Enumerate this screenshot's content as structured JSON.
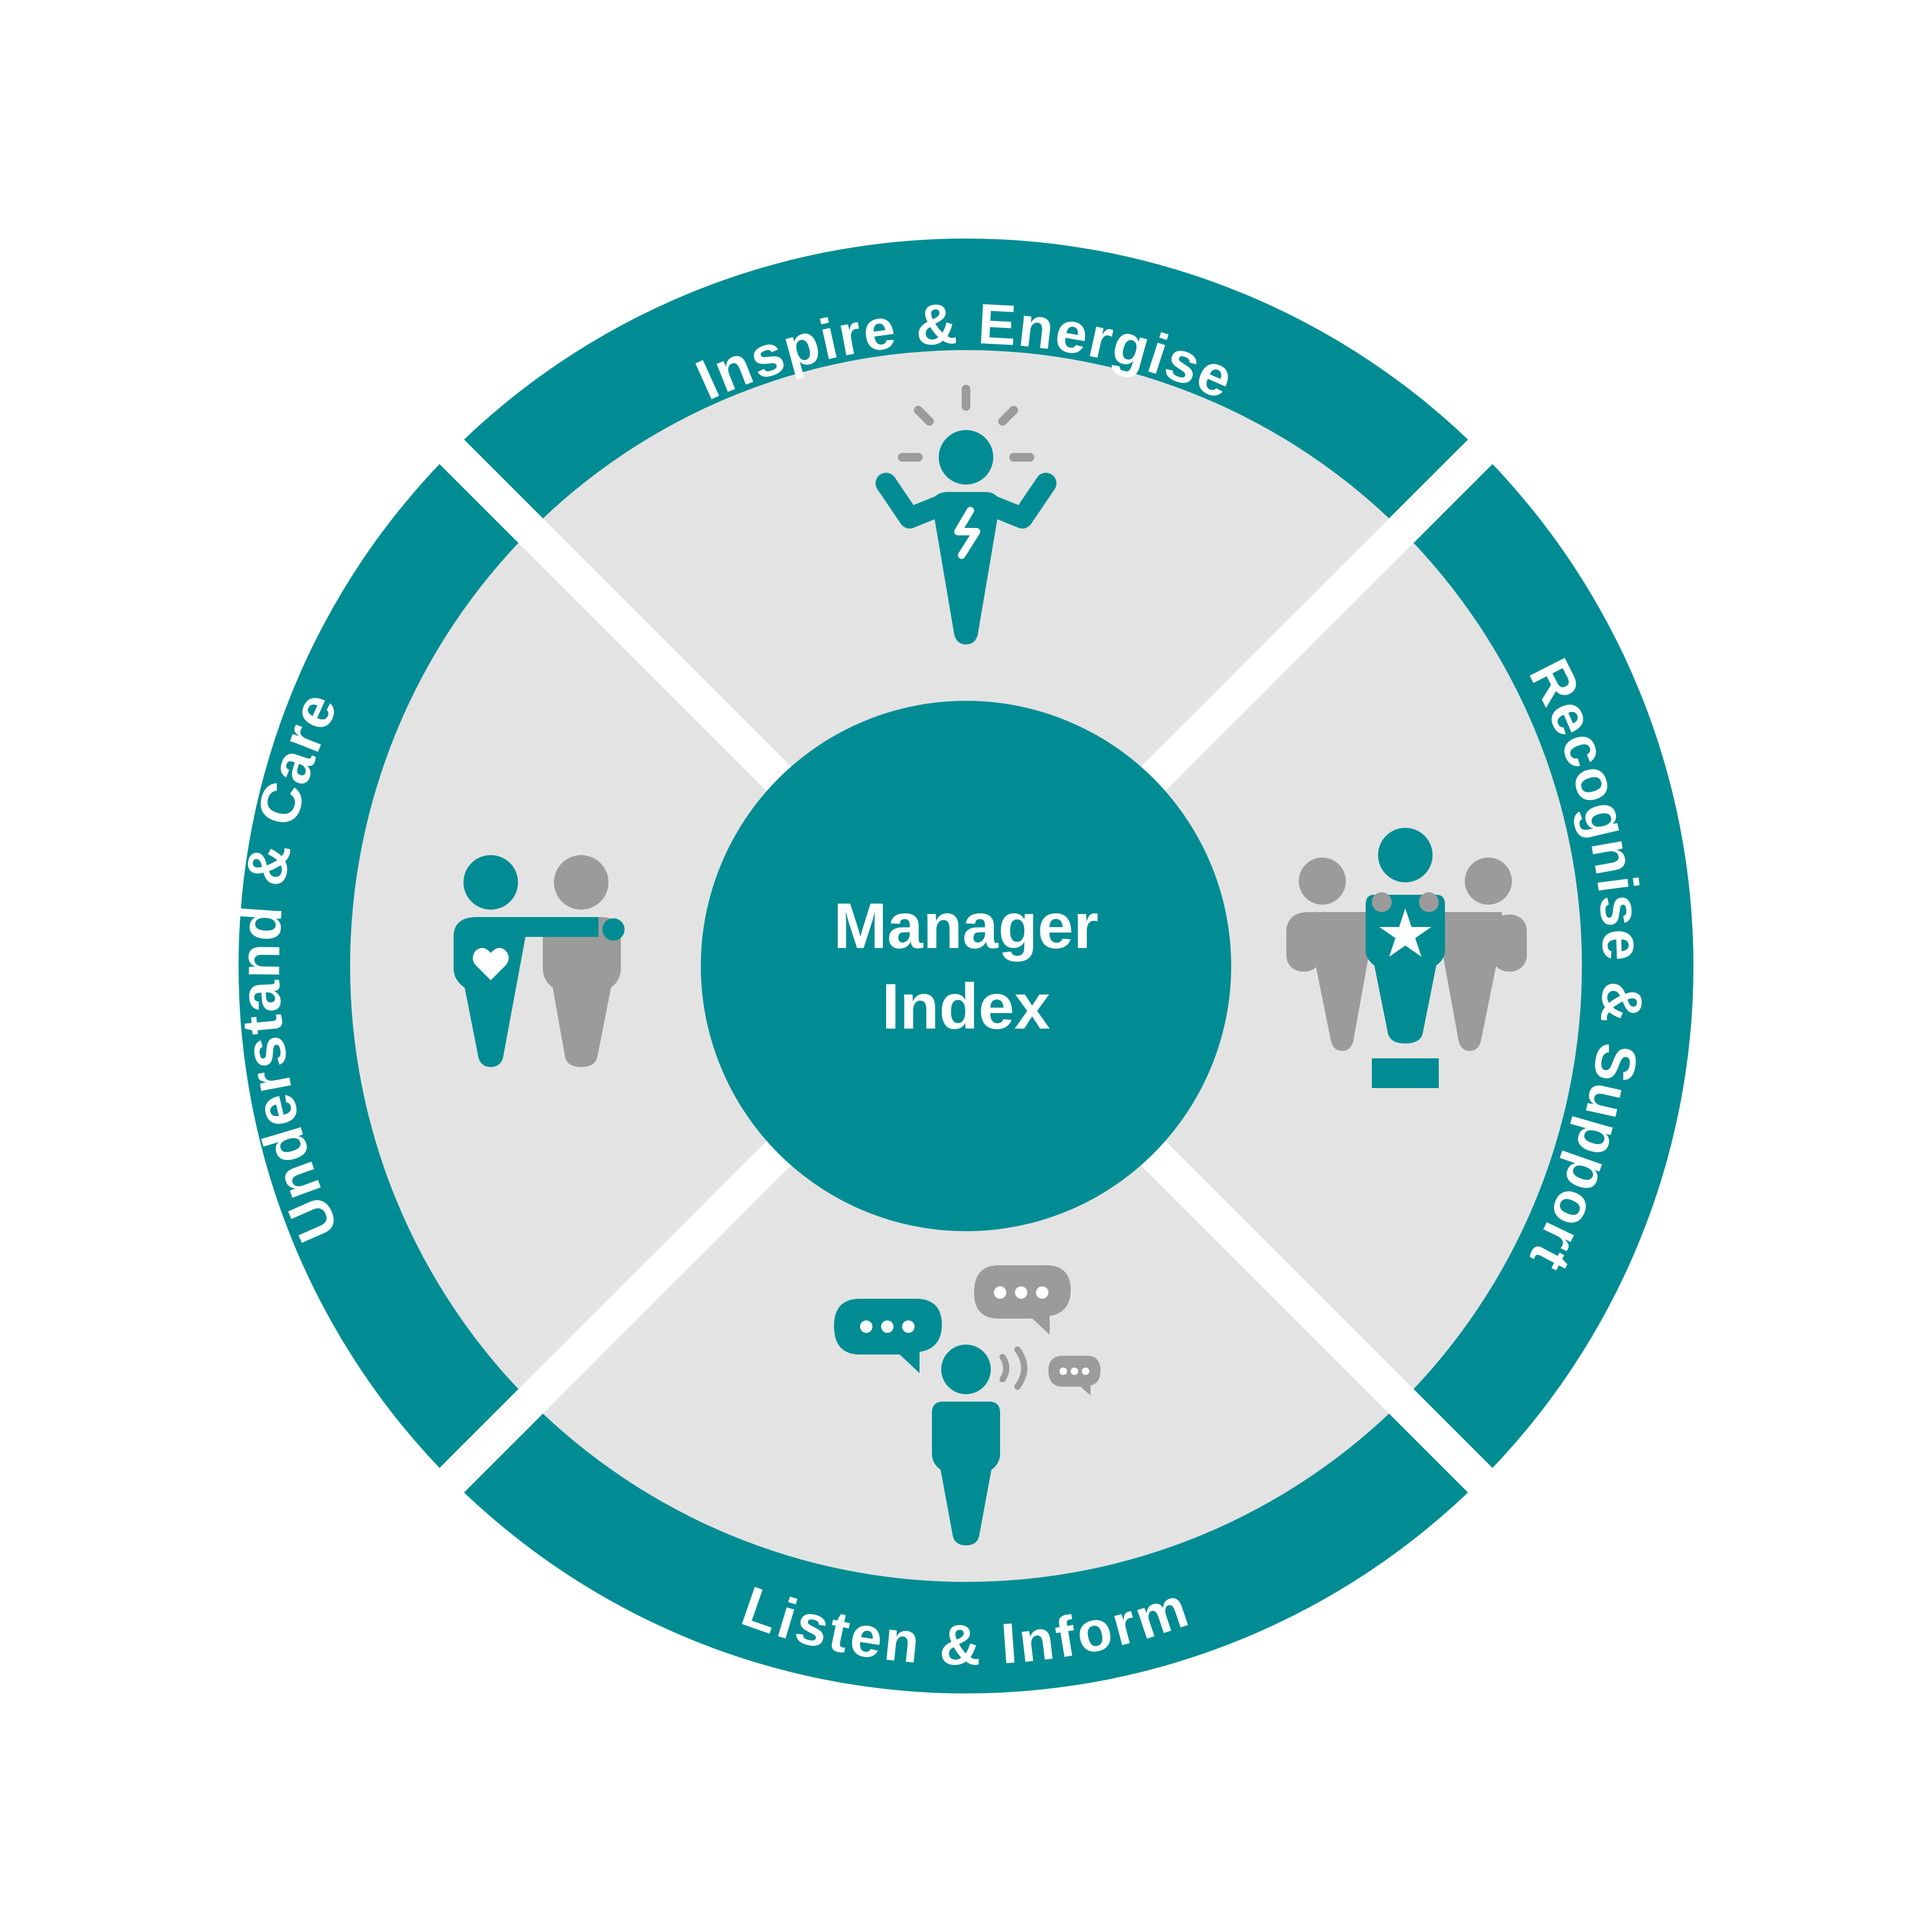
{
  "diagram": {
    "center_label_lines": [
      "Manager",
      "Index"
    ],
    "segments": [
      {
        "id": "top",
        "label": "Inspire & Energise",
        "icon": "energised-person-icon"
      },
      {
        "id": "right",
        "label": "Recognise & Support",
        "icon": "award-podium-icon"
      },
      {
        "id": "bottom",
        "label": "Listen & Inform",
        "icon": "speaking-person-icon"
      },
      {
        "id": "left",
        "label": "Understand & Care",
        "icon": "caring-people-icon"
      }
    ],
    "colors": {
      "teal": "#018c93",
      "light_gray": "#e3e3e3",
      "icon_gray": "#9b9b9b",
      "white": "#ffffff"
    }
  }
}
